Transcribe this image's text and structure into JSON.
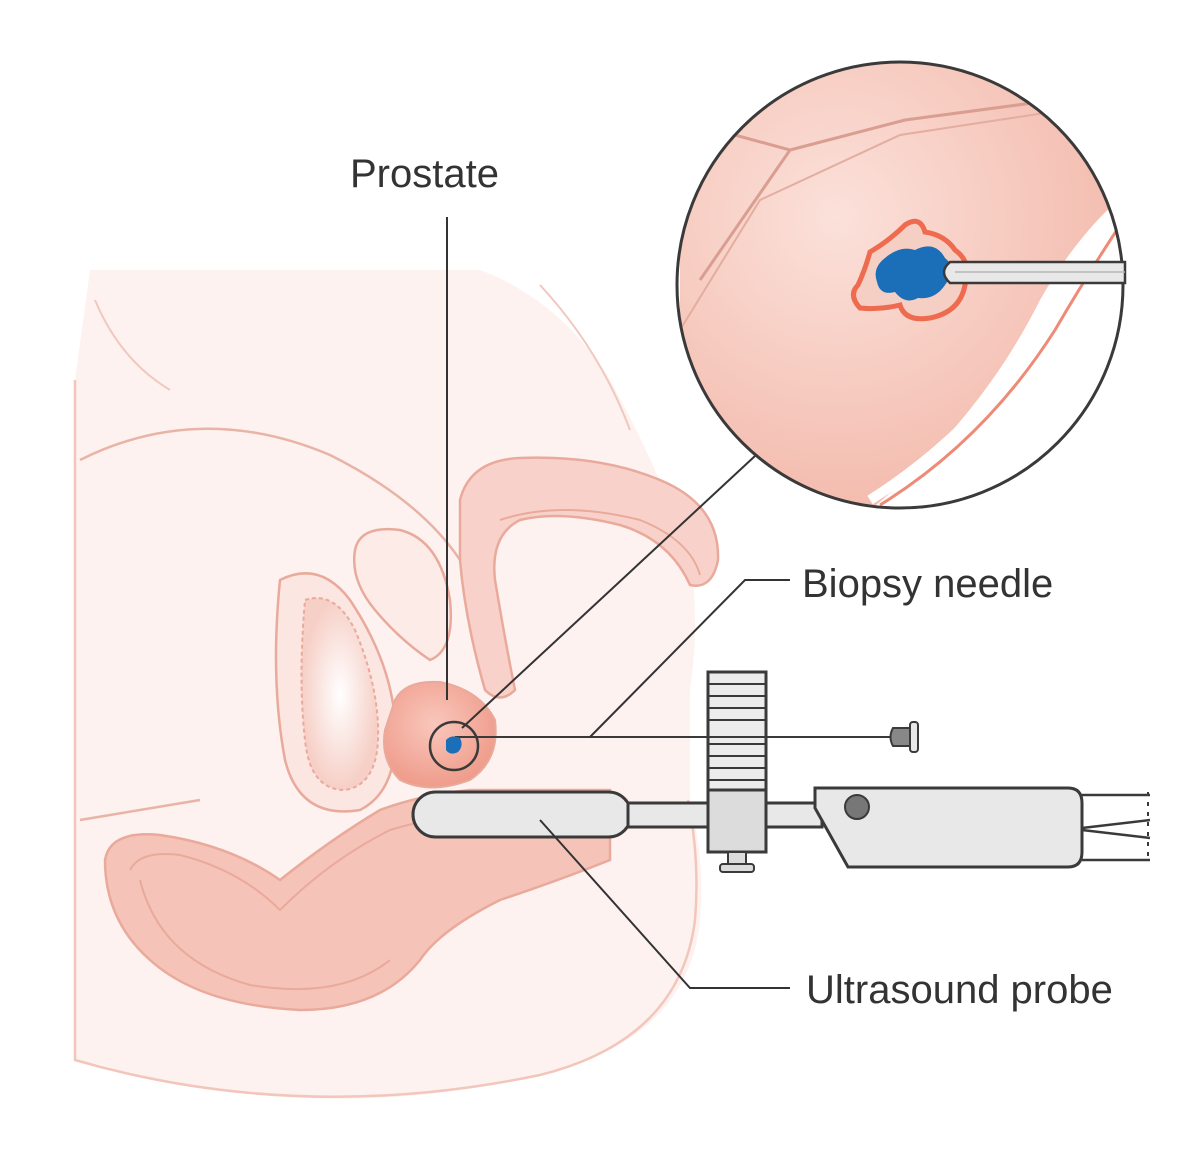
{
  "labels": {
    "prostate": "Prostate",
    "biopsy_needle": "Biopsy needle",
    "ultrasound_probe": "Ultrasound probe"
  },
  "colors": {
    "tissue_light": "#fdecea",
    "tissue_mid": "#f6c9c0",
    "tissue_outline": "#e9aa9b",
    "prostate": "#f3a99a",
    "tumor_outline": "#ee6b4f",
    "tumor": "#1a6fb8",
    "instrument_fill": "#e8e8e8",
    "instrument_outline": "#3a3a3a",
    "leader_line": "#333333"
  }
}
